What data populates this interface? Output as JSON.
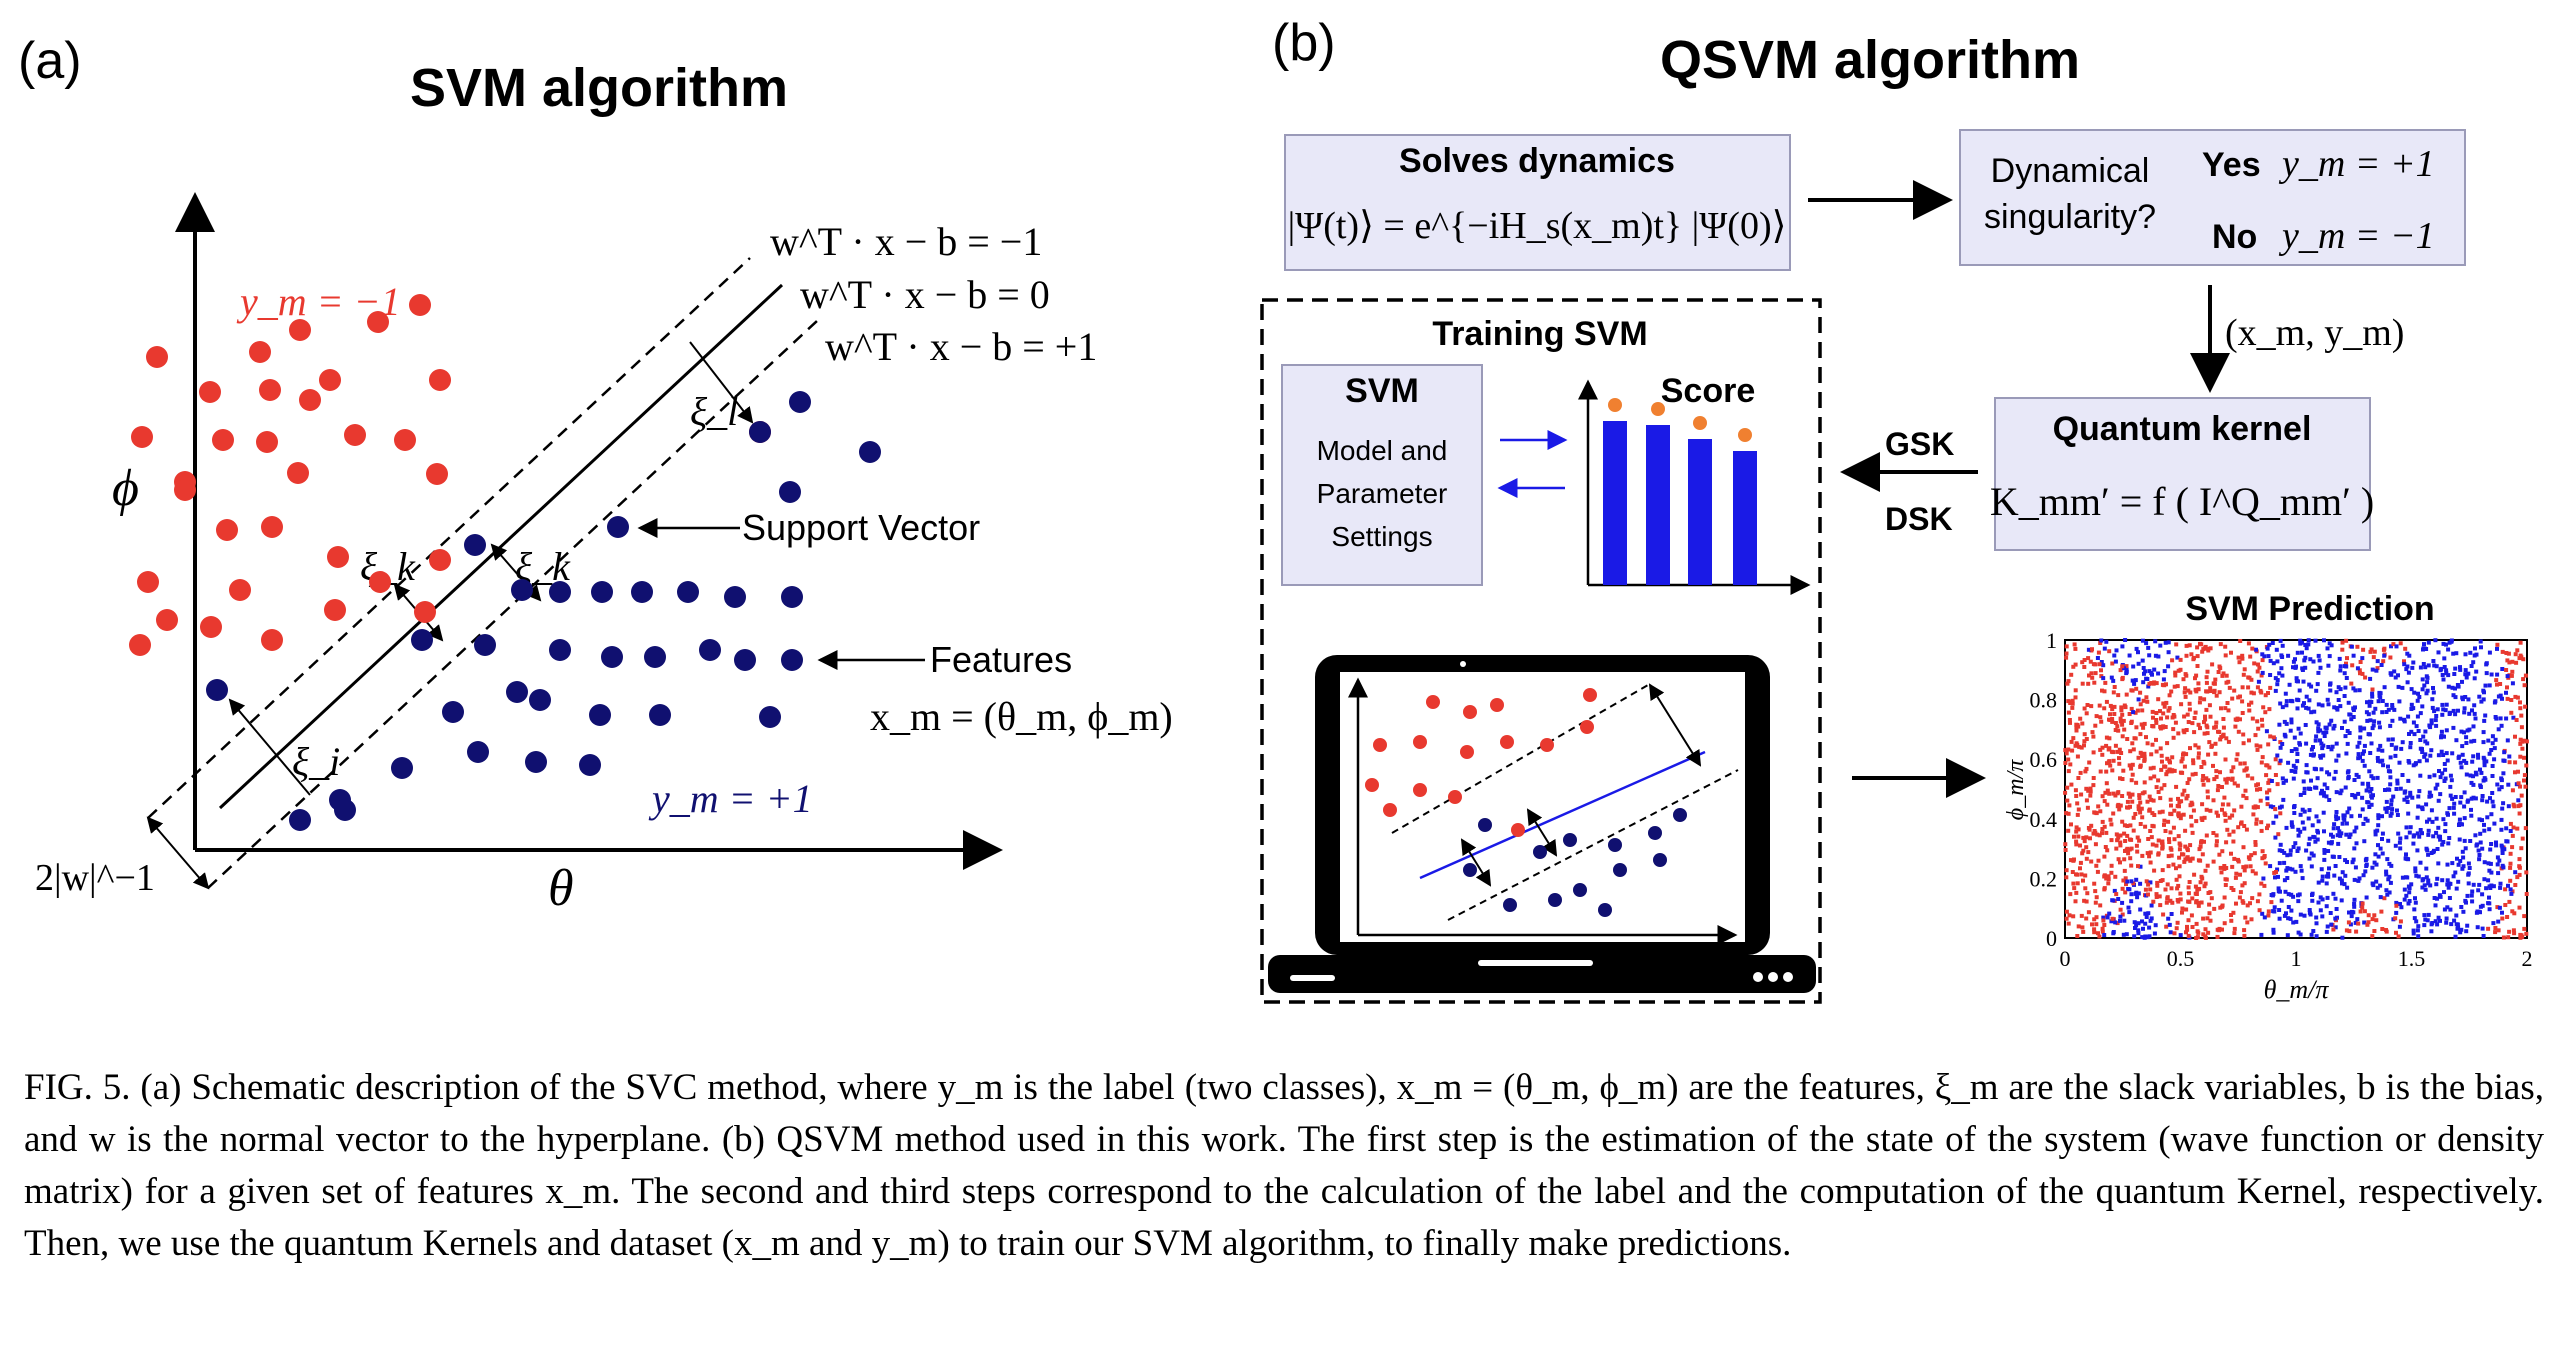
{
  "panel_a": {
    "panel_label": "(a)",
    "title": "SVM algorithm",
    "y_axis_label": "ϕ",
    "x_axis_label": "θ",
    "class_neg_label": "y_m = −1",
    "class_pos_label": "y_m = +1",
    "hyperplane_minus": "w^T · x − b = −1",
    "hyperplane_zero": "w^T · x − b = 0",
    "hyperplane_plus": "w^T · x − b = +1",
    "margin_label": "2|w|^−1",
    "slack_l": "ξ_l",
    "slack_k_1": "ξ_k",
    "slack_k_2": "ξ_k",
    "slack_i": "ξ_i",
    "support_vector_label": "Support Vector",
    "features_label": "Features",
    "features_formula": "x_m = (θ_m, ϕ_m)",
    "red_color": "#e8392f",
    "blue_color": "#101070"
  },
  "panel_b": {
    "panel_label": "(b)",
    "title": "QSVM algorithm",
    "dynamics_title": "Solves dynamics",
    "dynamics_formula": "|Ψ(t)⟩ = e^{−iH_s(x_m)t} |Ψ(0)⟩",
    "singularity_q1": "Dynamical",
    "singularity_q2": "singularity?",
    "yes_label": "Yes",
    "yes_value": "y_m = +1",
    "no_label": "No",
    "no_value": "y_m = −1",
    "pair_label": "(x_m, y_m)",
    "kernel_title": "Quantum kernel",
    "kernel_formula": "K_mm′ = f ( I^Q_mm′ )",
    "gsk_label": "GSK",
    "dsk_label": "DSK",
    "training_title": "Training SVM",
    "svm_box_title": "SVM",
    "svm_box_l1": "Model and",
    "svm_box_l2": "Parameter",
    "svm_box_l3": "Settings",
    "score_title": "Score",
    "score_values": [
      0.82,
      0.8,
      0.73,
      0.67
    ],
    "prediction_title": "SVM Prediction",
    "prediction_ylabel": "ϕ_m/π",
    "prediction_xlabel": "θ_m/π",
    "prediction_yticks": [
      "0",
      "0.2",
      "0.4",
      "0.6",
      "0.8",
      "1"
    ],
    "prediction_xticks": [
      "0",
      "0.5",
      "1",
      "1.5",
      "2"
    ],
    "box_fill": "#e8e8f8",
    "bar_color": "#1a1ae6",
    "dot_orange": "#f08030"
  },
  "caption": {
    "text": "FIG. 5. (a) Schematic description of the SVC method, where y_m is the label (two classes), x_m = (θ_m, ϕ_m) are the features, ξ_m are the slack variables, b is the bias, and w is the normal vector to the hyperplane. (b) QSVM method used in this work. The first step is the estimation of the state of the system (wave function or density matrix) for a given set of features x_m. The second and third steps correspond to the calculation of the label and the computation of the quantum Kernel, respectively. Then, we use the quantum Kernels and dataset (x_m and y_m) to train our SVM algorithm, to finally make predictions."
  }
}
